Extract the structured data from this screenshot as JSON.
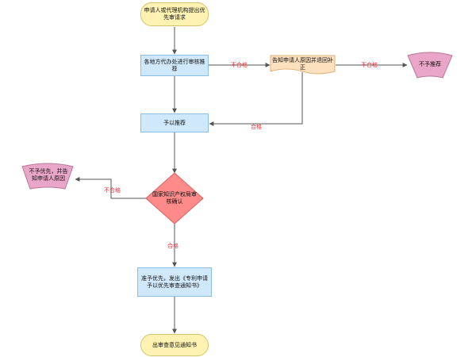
{
  "nodes": {
    "start": "申请人或代理机构提出优先审请求",
    "review": "各地方代办处进行审核推荐",
    "notify": "告知申请人原因并退回补正",
    "reject": "不予推荐",
    "recommend": "予以推荐",
    "confirm": "国家知识产权局审核确认",
    "reject_notify": "不予优先，并告知申请人原因",
    "grant": "准予优先，发出《专利申请予以优先审查通知书》",
    "end": "出审查意见通知书"
  },
  "labels": {
    "fail1": "不合格",
    "fail2": "不合格",
    "pass1": "合格",
    "fail3": "不合格",
    "pass2": "合格"
  },
  "colors": {
    "terminal": "#fff2b3",
    "process": "#cfe8fb",
    "document": "#fde0bd",
    "banner": "#e9a6c8",
    "decision": "#ff8a8a",
    "edge": "#555555",
    "edge_label": "#e0333a"
  }
}
